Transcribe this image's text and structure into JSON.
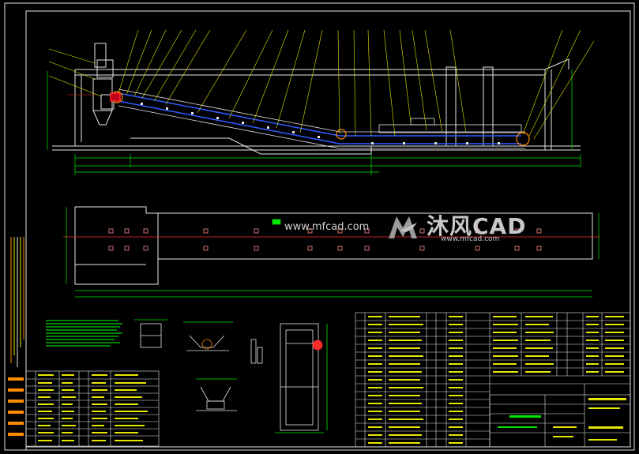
{
  "watermark": {
    "brand": "沐风CAD",
    "url_main": "www.mfcad.com",
    "url_sub": "www.mfcad.com",
    "logo_icon": "mfcad-logo-icon"
  },
  "drawing": {
    "background": "#000000",
    "colors": {
      "frame": "#e6e6e6",
      "structure": "#e6e6e6",
      "dimension": "#00e600",
      "conveyor": "#2f5bff",
      "leader": "#e6e600",
      "centerline": "#ff2a2a",
      "steel": "#ff4ad2",
      "table": "#e6e6e6",
      "table_text": "#e6e600",
      "notes": "#00ff00",
      "stamp": "#ff8c00"
    }
  }
}
